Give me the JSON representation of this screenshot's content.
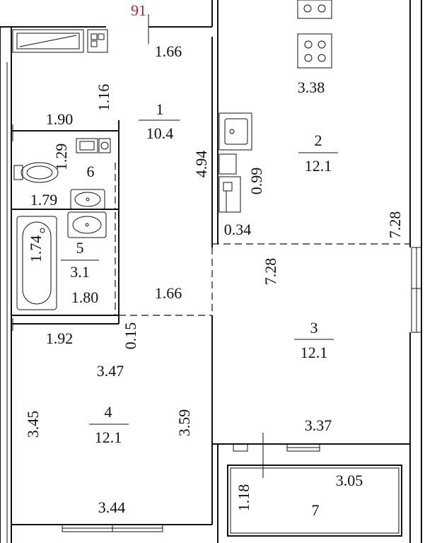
{
  "marker": {
    "text": "91",
    "color": "#c0242b"
  },
  "rooms": {
    "r1": {
      "number": "1",
      "area": "10.4"
    },
    "r2": {
      "number": "2",
      "area": "12.1"
    },
    "r3": {
      "number": "3",
      "area": "12.1"
    },
    "r4": {
      "number": "4",
      "area": "12.1"
    },
    "r5": {
      "number": "5",
      "area": "3.1"
    },
    "r6": {
      "number": "6"
    },
    "r7": {
      "number": "7"
    }
  },
  "dimensions": {
    "hall_top": "1.66",
    "hall_left": "1.16",
    "hall_right": "4.94",
    "hall_bottom": "1.66",
    "wc_top": "1.90",
    "wc_side": "1.29",
    "wc_bottom": "1.79",
    "bath_height": "1.74",
    "bath_bottom": "1.80",
    "kitchen_top": "3.38",
    "kitchen_niche_h": "0.99",
    "kitchen_niche_w": "0.34",
    "kitchen_right": "7.28",
    "room3_left": "7.28",
    "room3_bottom": "3.37",
    "room4_top_left": "1.92",
    "room4_gap": "0.15",
    "room4_top": "3.47",
    "room4_left": "3.45",
    "room4_right": "3.59",
    "room4_bottom": "3.44",
    "balcony_h": "1.18",
    "balcony_w": "3.05"
  },
  "colors": {
    "line": "#111111",
    "background": "#ffffff",
    "accent": "#c0242b"
  },
  "icons": [
    "stove-icon",
    "washing-machine-icon",
    "sink-icon",
    "toilet-icon",
    "bathtub-icon",
    "boiler-icon",
    "window-icon",
    "door-icon"
  ]
}
